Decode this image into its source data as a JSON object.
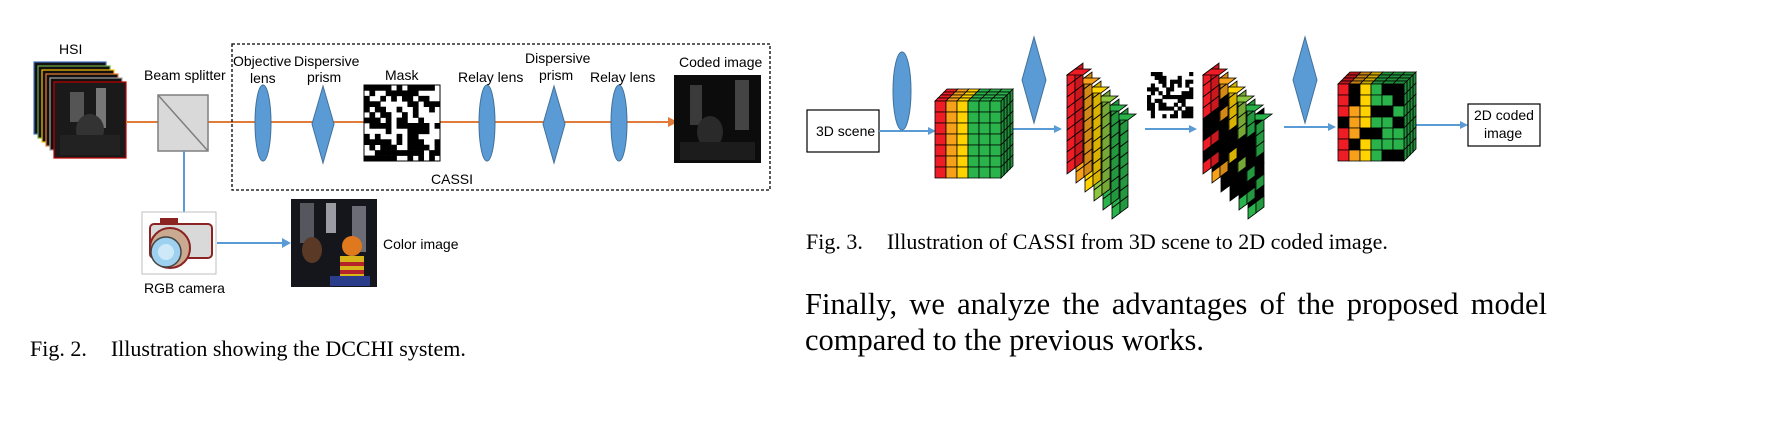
{
  "fig2": {
    "hsi_label": "HSI",
    "beam_splitter_label": "Beam splitter",
    "objective_lens_label_1": "Objective",
    "objective_lens_label_2": "lens",
    "dispersive_prism1_label_1": "Dispersive",
    "dispersive_prism1_label_2": "prism",
    "mask_label": "Mask",
    "relay_lens1_label": "Relay lens",
    "dispersive_prism2_label_1": "Dispersive",
    "dispersive_prism2_label_2": "prism",
    "relay_lens2_label": "Relay lens",
    "coded_image_label": "Coded image",
    "cassi_label": "CASSI",
    "color_image_label": "Color image",
    "rgb_camera_label": "RGB camera",
    "caption_label": "Fig. 2.",
    "caption_text": "Illustration showing the DCCHI system."
  },
  "fig3": {
    "scene_label": "3D scene",
    "coded_label_1": "2D coded",
    "coded_label_2": "image",
    "caption_label": "Fig. 3.",
    "caption_text": "Illustration of CASSI from 3D scene to 2D coded image."
  },
  "body": {
    "line1": "Finally, we analyze the advantages of the proposed model",
    "line2": "compared to the previous works."
  },
  "colors": {
    "beam": "#e07b39",
    "optic_blue": "#5b9bd5",
    "optic_stroke": "#41719c",
    "red": "#ee1c24",
    "orange": "#f7a11a",
    "yellow": "#ffd200",
    "green": "#29b34a",
    "light_green": "#8cc63f"
  }
}
